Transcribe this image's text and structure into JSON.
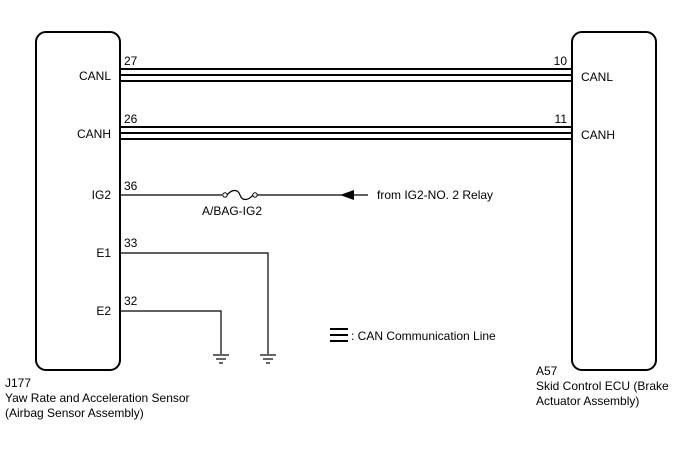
{
  "left_component": {
    "id": "J177",
    "name_line1": "Yaw Rate and Acceleration Sensor",
    "name_line2": "(Airbag Sensor Assembly)",
    "pins": [
      {
        "label": "CANL",
        "number": "27"
      },
      {
        "label": "CANH",
        "number": "26"
      },
      {
        "label": "IG2",
        "number": "36"
      },
      {
        "label": "E1",
        "number": "33"
      },
      {
        "label": "E2",
        "number": "32"
      }
    ]
  },
  "right_component": {
    "id": "A57",
    "name_line1": "Skid Control ECU (Brake",
    "name_line2": "Actuator Assembly)",
    "pins": [
      {
        "label": "CANL",
        "number": "10"
      },
      {
        "label": "CANH",
        "number": "11"
      }
    ]
  },
  "fuse": {
    "label": "A/BAG-IG2"
  },
  "ig2_source": {
    "label": "from IG2-NO. 2 Relay"
  },
  "legend": {
    "label": ": CAN Communication Line"
  },
  "icons": {
    "fuse": "fuse-icon",
    "ground": "ground-icon",
    "arrow": "arrow-left-icon",
    "legend": "double-line-icon"
  }
}
